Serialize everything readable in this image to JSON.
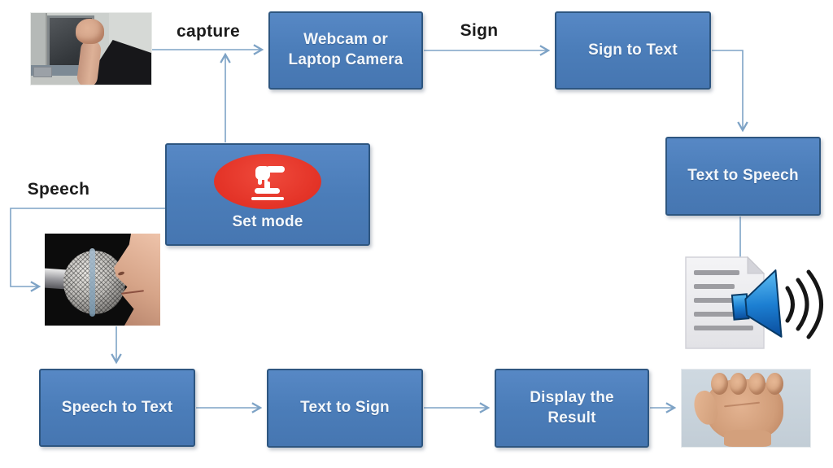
{
  "edge_labels": {
    "capture": "capture",
    "sign": "Sign",
    "speech": "Speech"
  },
  "nodes": {
    "webcam": {
      "label": "Webcam or Laptop Camera"
    },
    "sign_to_text": {
      "label": "Sign to Text"
    },
    "text_to_speech": {
      "label": "Text to Speech"
    },
    "set_mode": {
      "label": "Set mode"
    },
    "speech_to_text": {
      "label": "Speech to Text"
    },
    "text_to_sign": {
      "label": "Text to Sign"
    },
    "display_result": {
      "label": "Display the Result"
    }
  },
  "icons": {
    "set_mode_icon": "press-button-hand-icon",
    "document_speaker_icon": "document-text-to-speech-icon",
    "photo_top_left": "raised-fist-webcam-photo",
    "photo_middle_left": "microphone-and-mouth-photo",
    "photo_bottom_right": "closed-fist-sign-photo"
  },
  "flow": {
    "edges": [
      "raised-fist-photo -> webcam [capture]",
      "set_mode -> capture-line",
      "webcam -> sign_to_text [Sign]",
      "sign_to_text -> text_to_speech",
      "text_to_speech -> document-speaker-icon",
      "speech-label-line -> microphone-photo [Speech]",
      "microphone-photo -> speech_to_text",
      "speech_to_text -> text_to_sign",
      "text_to_sign -> display_result",
      "display_result -> closed-fist-photo"
    ]
  },
  "colors": {
    "node_fill": "#4b7db9",
    "node_border": "#2e5680",
    "node_text": "#f3f7fb",
    "connector": "#7ea3c6",
    "edge_label_text": "#1c1c1c",
    "set_mode_ellipse_red": "#e43428",
    "speaker_blue": "#1c7fd2",
    "background": "#ffffff"
  }
}
